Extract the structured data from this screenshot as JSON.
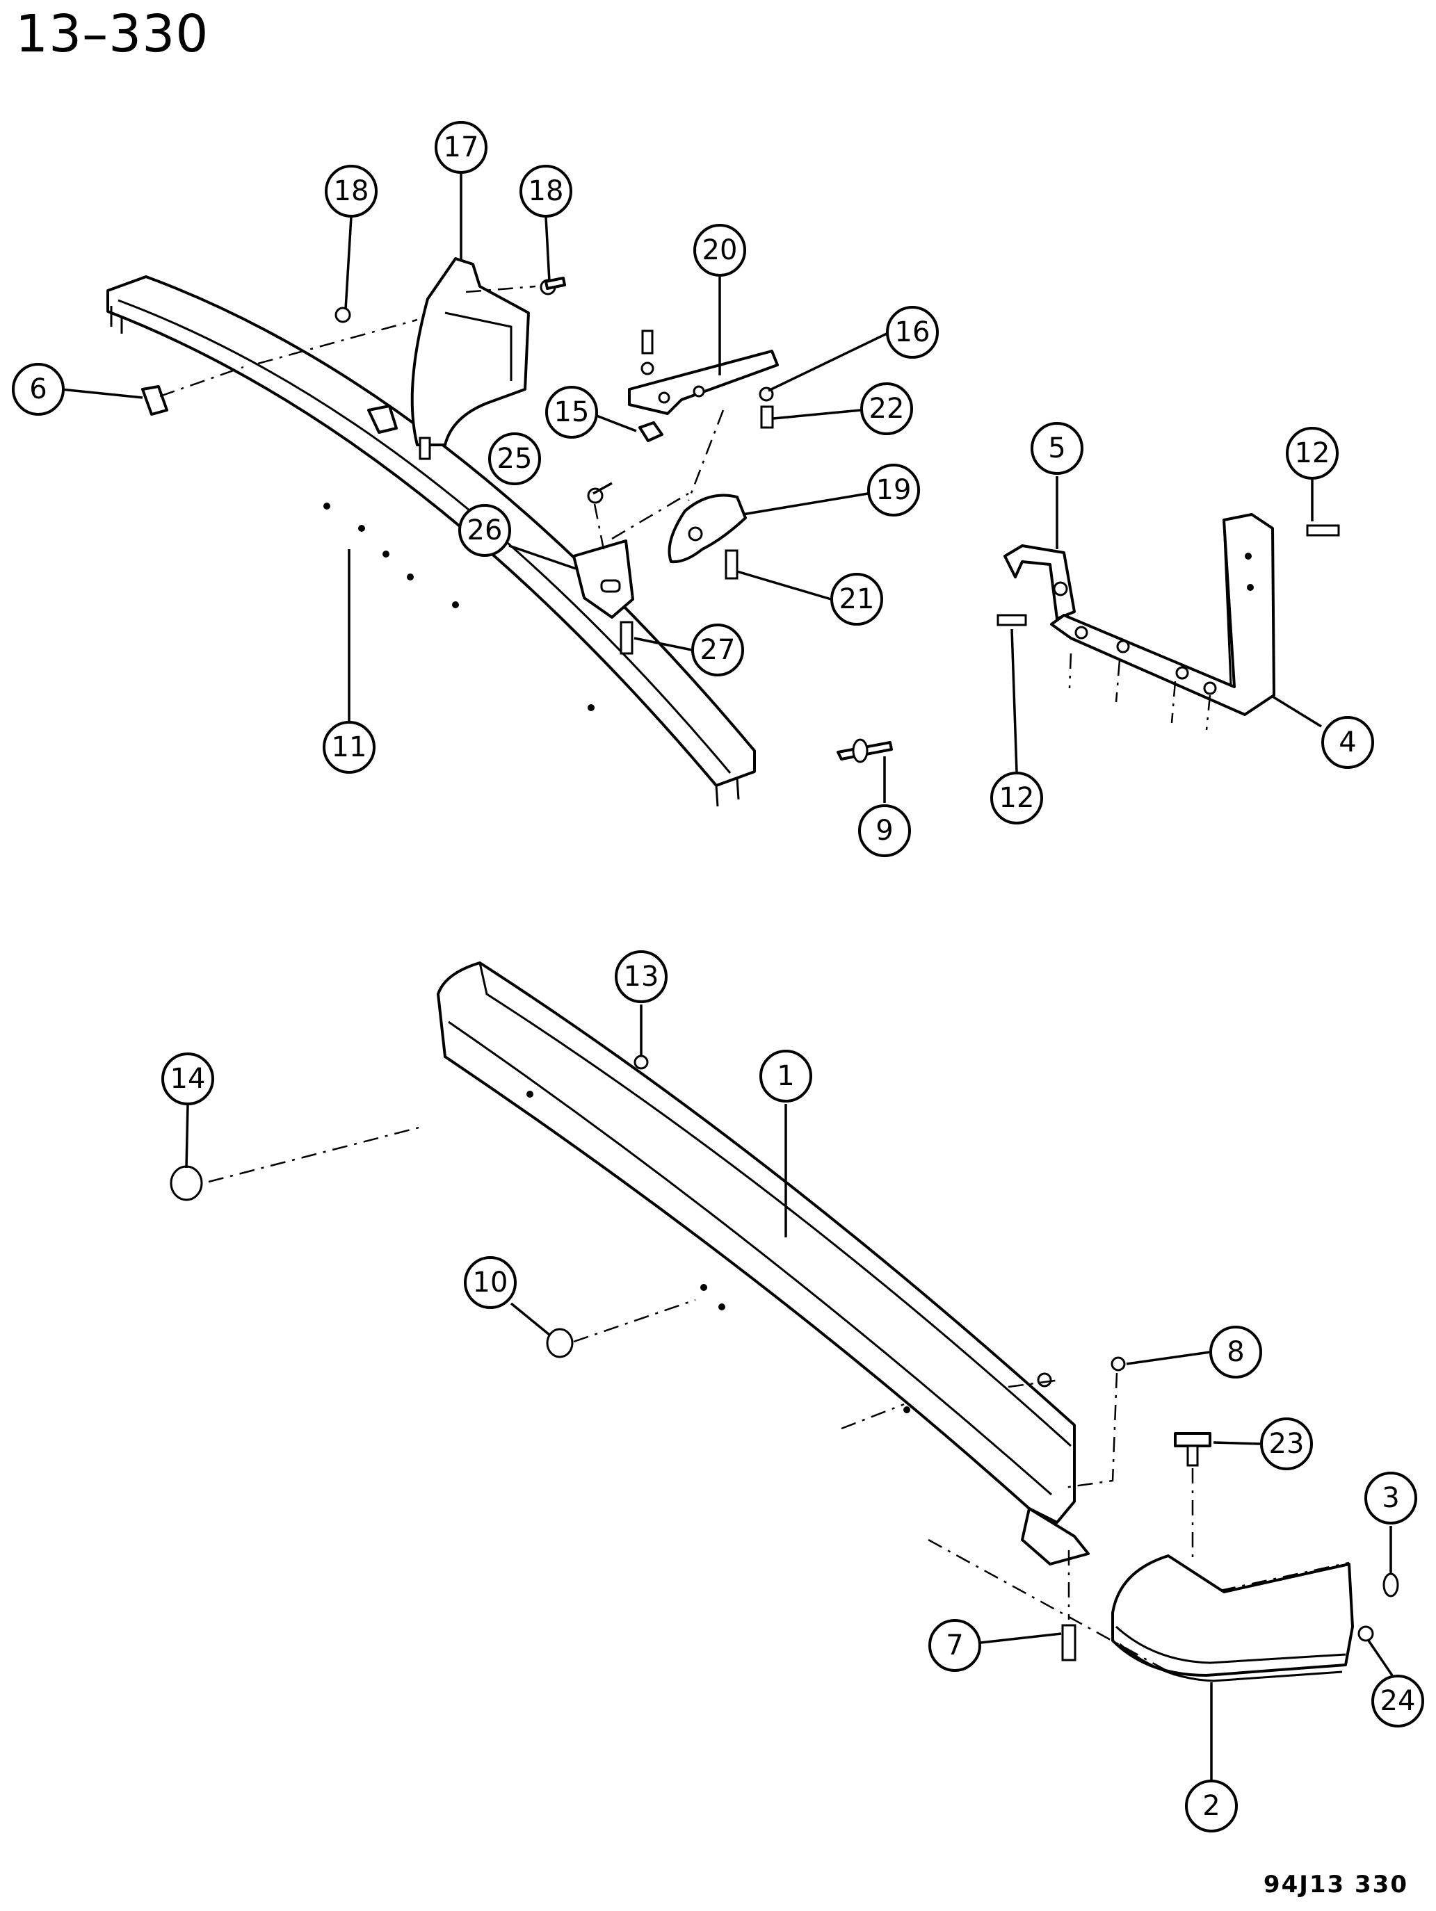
{
  "page_code": "13–330",
  "drawing_code": "94J13  330",
  "callouts": [
    "1",
    "2",
    "3",
    "4",
    "5",
    "6",
    "7",
    "8",
    "9",
    "10",
    "11",
    "12",
    "12",
    "13",
    "14",
    "15",
    "16",
    "17",
    "18",
    "18",
    "19",
    "20",
    "21",
    "22",
    "23",
    "24",
    "25",
    "26",
    "27"
  ]
}
